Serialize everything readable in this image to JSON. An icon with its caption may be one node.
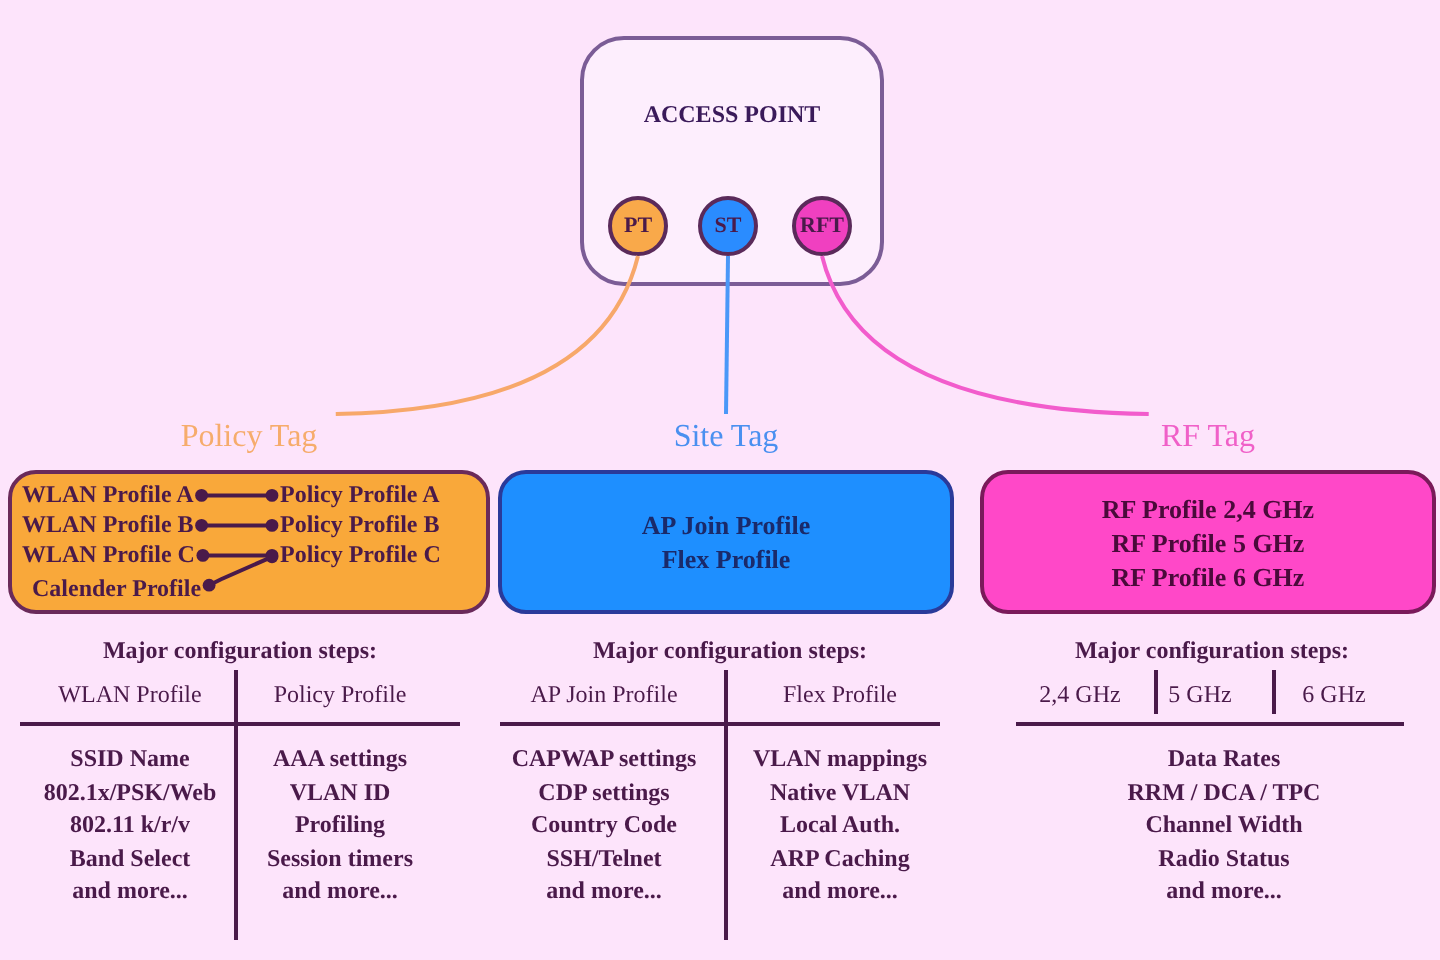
{
  "diagram": {
    "nodes": [
      {
        "text": [
          "ACCESS POINT"
        ]
      },
      {
        "text": [
          "PT"
        ],
        "in": 0
      },
      {
        "text": [
          "ST"
        ],
        "in": 0
      },
      {
        "text": [
          "RFT"
        ],
        "in": 0
      },
      {
        "text": [
          "Policy Tag"
        ]
      },
      {
        "text": [
          "WLAN Profile A"
        ],
        "in": 4
      },
      {
        "text": [
          "WLAN Profile B"
        ],
        "in": 4
      },
      {
        "text": [
          "WLAN Profile C"
        ],
        "in": 4
      },
      {
        "text": [
          "Calender Profile"
        ],
        "in": 4
      },
      {
        "text": [
          "Policy Profile A"
        ],
        "in": 4
      },
      {
        "text": [
          "Policy Profile B"
        ],
        "in": 4
      },
      {
        "text": [
          "Policy Profile C"
        ],
        "in": 4
      },
      {
        "text": [
          "Site Tag",
          "AP Join Profile",
          "Flex Profile"
        ]
      },
      {
        "text": [
          "RF Tag",
          "RF Profile 2,4 GHz",
          "RF Profile 5 GHz",
          "RF Profile 6 GHz"
        ]
      }
    ],
    "edges": [
      {
        "from": 1,
        "to": 4,
        "arrow": "none",
        "color": "#f7a86a"
      },
      {
        "from": 2,
        "to": 12,
        "arrow": "none",
        "color": "#4a98f8"
      },
      {
        "from": 3,
        "to": 13,
        "arrow": "none",
        "color": "#f25ccc"
      },
      {
        "from": 5,
        "to": 9,
        "arrow": "other"
      },
      {
        "from": 6,
        "to": 10,
        "arrow": "other"
      },
      {
        "from": 7,
        "to": 11,
        "arrow": "other"
      },
      {
        "from": 8,
        "to": 11,
        "arrow": "other"
      }
    ],
    "labels": [
      "Major configuration steps:",
      "WLAN Profile",
      "Policy Profile",
      "SSID Name",
      "802.1x/PSK/Web",
      "802.11 k/r/v",
      "Band Select",
      "and more...",
      "AAA settings",
      "VLAN ID",
      "Profiling",
      "Session timers",
      "and more...",
      "Major configuration steps:",
      "AP Join Profile",
      "Flex Profile",
      "CAPWAP settings",
      "CDP settings",
      "Country Code",
      "SSH/Telnet",
      "and more...",
      "VLAN mappings",
      "Native VLAN",
      "Local Auth.",
      "ARP Caching",
      "and more...",
      "Major configuration steps:",
      "2,4 GHz",
      "5 GHz",
      "6 GHz",
      "Data Rates",
      "RRM / DCA / TPC",
      "Channel Width",
      "Radio Status",
      "and more..."
    ]
  }
}
